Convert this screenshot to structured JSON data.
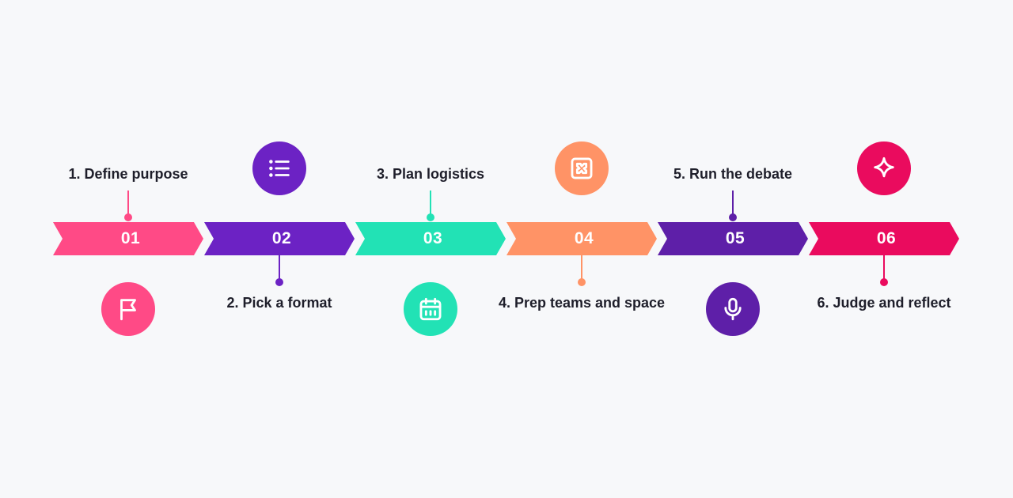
{
  "steps": [
    {
      "number": "01",
      "label": "1. Define purpose",
      "color": "#ff4a86",
      "icon": "flag-icon"
    },
    {
      "number": "02",
      "label": "2. Pick a format",
      "color": "#6c22c4",
      "icon": "list-icon"
    },
    {
      "number": "03",
      "label": "3. Plan logistics",
      "color": "#22e2b5",
      "icon": "calendar-icon"
    },
    {
      "number": "04",
      "label": "4. Prep teams and space",
      "color": "#ff9366",
      "icon": "puzzle-icon"
    },
    {
      "number": "05",
      "label": "5. Run the debate",
      "color": "#5e1fa8",
      "icon": "microphone-icon"
    },
    {
      "number": "06",
      "label": "6. Judge and reflect",
      "color": "#ea0b5e",
      "icon": "sparkle-icon"
    }
  ]
}
